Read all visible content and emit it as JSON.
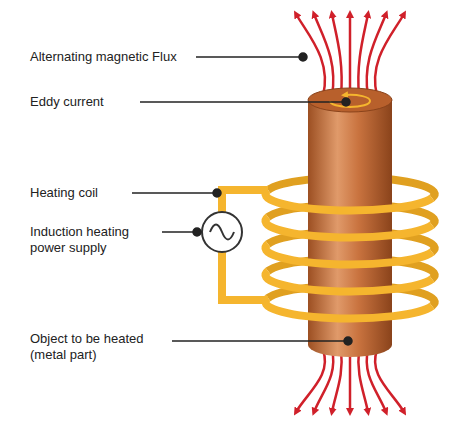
{
  "diagram": {
    "labels": [
      "Alternating magnetic Flux",
      "Eddy current",
      "Heating coil",
      "Induction heating power supply",
      "Object to be heated (metal part)"
    ]
  }
}
